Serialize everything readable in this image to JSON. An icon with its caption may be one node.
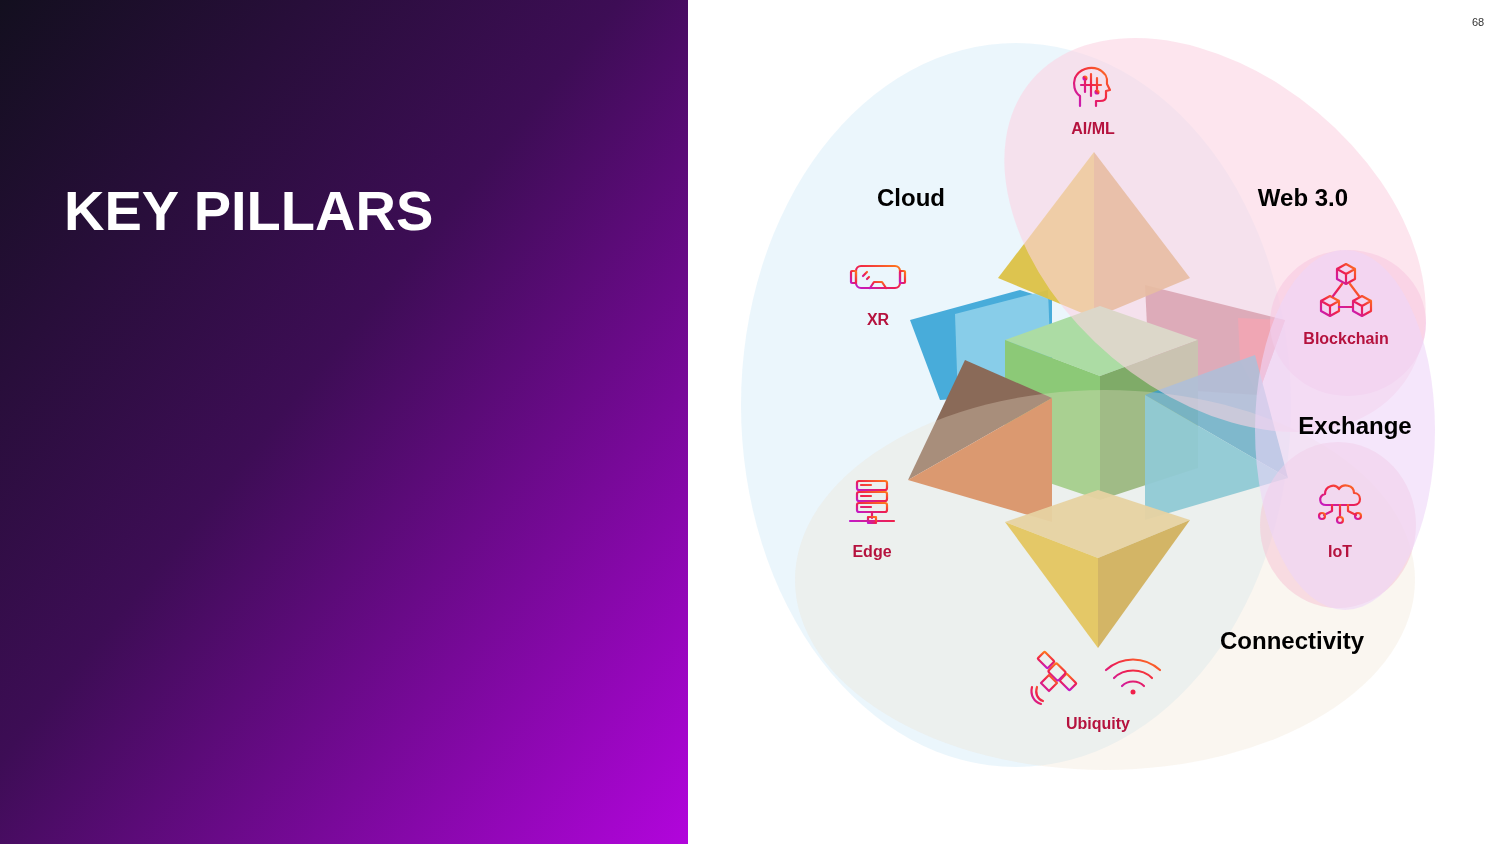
{
  "diagram": {
    "title": "KEY PILLARS",
    "nodes": [
      {
        "text": [
          "Cloud"
        ]
      },
      {
        "text": [
          "Web 3.0"
        ]
      },
      {
        "text": [
          "Blockchain"
        ]
      },
      {
        "text": [
          "Exchange"
        ]
      },
      {
        "text": [
          "IoT"
        ]
      },
      {
        "text": [
          "Connectivity"
        ]
      }
    ],
    "edges": [],
    "labels": [
      "68",
      "AI/ML",
      "XR",
      "Edge",
      "Ubiquity"
    ]
  }
}
